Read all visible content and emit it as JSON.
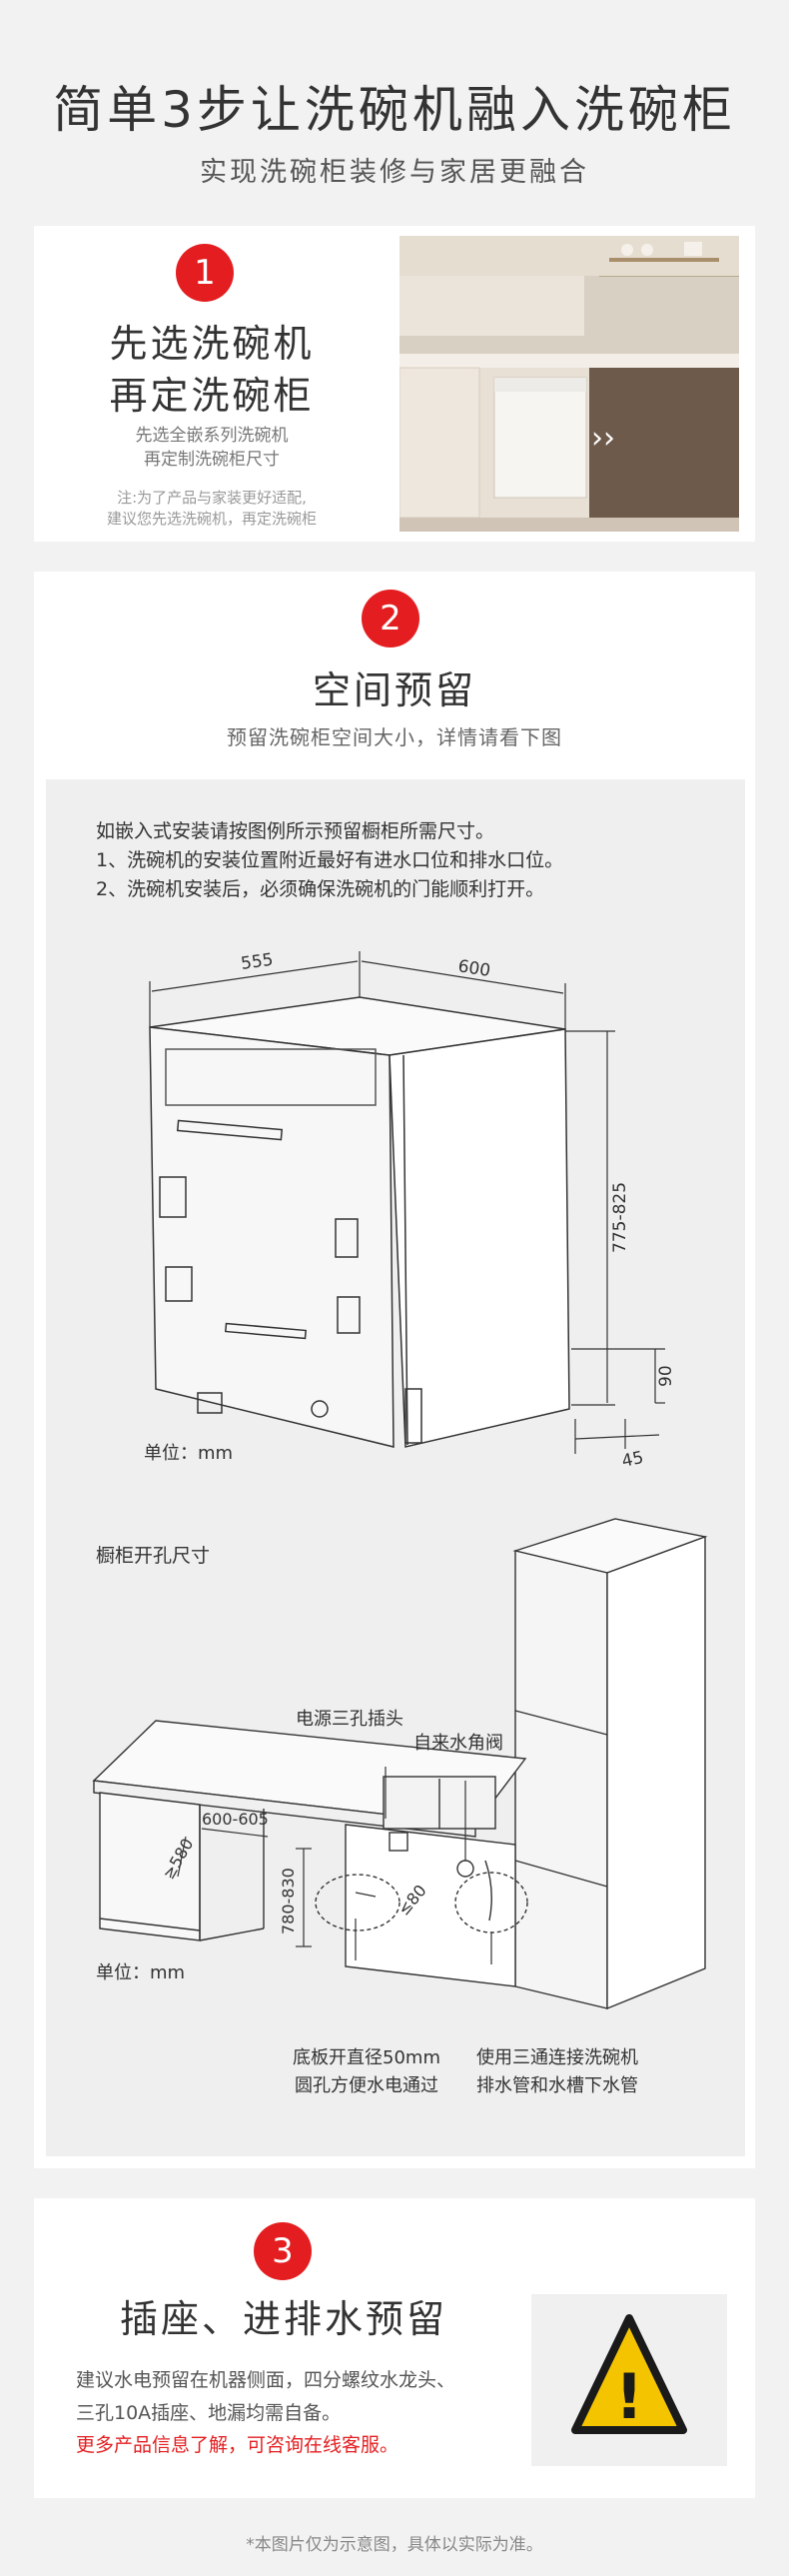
{
  "header": {
    "title": "简单3步让洗碗机融入洗碗柜",
    "subtitle": "实现洗碗柜装修与家居更融合"
  },
  "step1": {
    "number": "1",
    "heading_line1": "先选洗碗机",
    "heading_line2": "再定洗碗柜",
    "desc_line1": "先选全嵌系列洗碗机",
    "desc_line2": "再定制洗碗柜尺寸",
    "note_line1": "注:为了产品与家装更好适配,",
    "note_line2": "建议您先选洗碗机，再定洗碗柜",
    "photo_arrow": "››"
  },
  "step2": {
    "number": "2",
    "heading": "空间预留",
    "desc": "预留洗碗柜空间大小，详情请看下图",
    "notes": [
      "如嵌入式安装请按图例所示预留橱柜所需尺寸。",
      "1、洗碗机的安装位置附近最好有进水口位和排水口位。",
      "2、洗碗机安装后，必须确保洗碗机的门能顺利打开。"
    ],
    "machine_dims": {
      "depth": "555",
      "width": "600",
      "height": "775-825",
      "toe": "90",
      "toe_depth": "45"
    },
    "unit_label": "单位：mm",
    "cabinet_title": "橱柜开孔尺寸",
    "cabinet_dims": {
      "width": "600-605",
      "depth": "≥580",
      "height": "780-830",
      "hole": "≤80"
    },
    "callouts": {
      "power": "电源三孔插头",
      "valve": "自来水角阀",
      "hole_line1": "底板开直径50mm",
      "hole_line2": "圆孔方便水电通过",
      "drain_line1": "使用三通连接洗碗机",
      "drain_line2": "排水管和水槽下水管"
    }
  },
  "step3": {
    "number": "3",
    "heading": "插座、进排水预留",
    "desc_line1": "建议水电预留在机器侧面，四分螺纹水龙头、",
    "desc_line2": "三孔10A插座、地漏均需自备。",
    "link": "更多产品信息了解，可咨询在线客服。",
    "warning_icon": "warning-triangle-icon",
    "warning_glyph": "!"
  },
  "footer": {
    "note": "*本图片仅为示意图，具体以实际为准。"
  },
  "colors": {
    "accent": "#e41e20",
    "warning": "#f5c400",
    "background": "#f2f2f2"
  }
}
